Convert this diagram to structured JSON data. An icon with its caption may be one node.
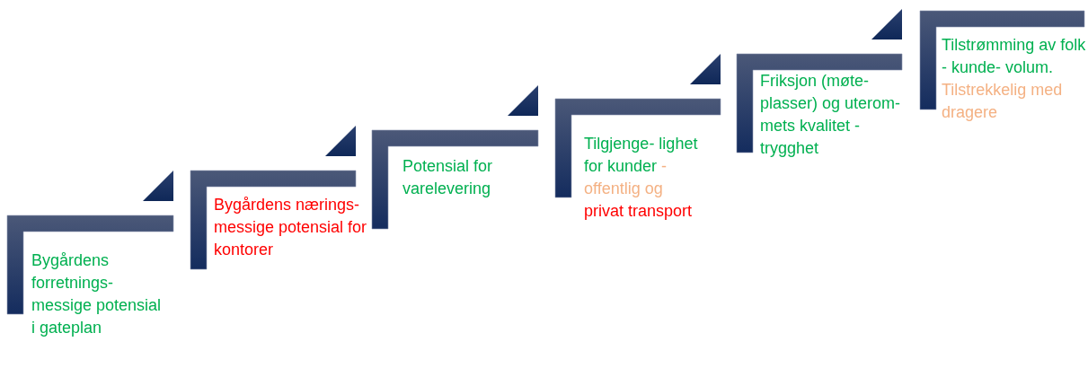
{
  "diagram": {
    "nodes": [
      {
        "text": [
          "Bygårdens forretnings- messige potensial i gateplan"
        ]
      },
      {
        "text": [
          "Bygårdens nærings- messige potensial for kontorer"
        ]
      },
      {
        "text": [
          "Potensial for varelevering"
        ]
      },
      {
        "text": [
          "Tilgjenge- lighet for kunder",
          "- offentlig og",
          "privat transport"
        ]
      },
      {
        "text": [
          "Friksjon (møte- plasser) og uterom-mets kvalitet - trygghet"
        ]
      },
      {
        "text": [
          "Tilstrømming av folk - kunde- volum.",
          "Tilstrekkelig med dragere"
        ]
      }
    ]
  }
}
